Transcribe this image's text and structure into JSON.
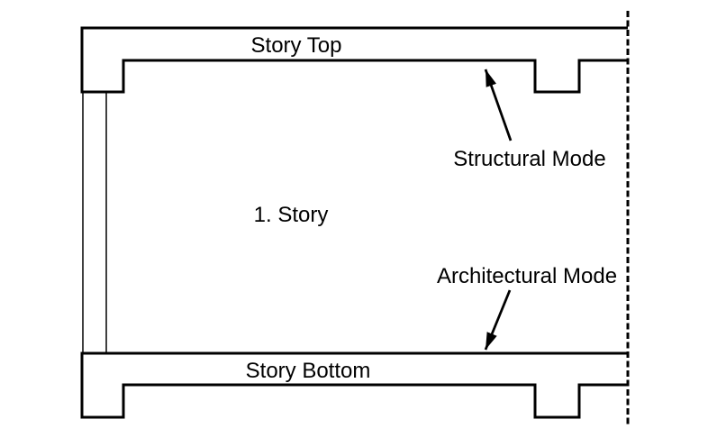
{
  "diagram": {
    "labels": {
      "story_top": "Story Top",
      "story_bottom": "Story Bottom",
      "story": "1. Story",
      "structural_mode": "Structural Mode",
      "architectural_mode": "Architectural Mode"
    },
    "colors": {
      "line": "#000000",
      "background": "#ffffff"
    }
  }
}
